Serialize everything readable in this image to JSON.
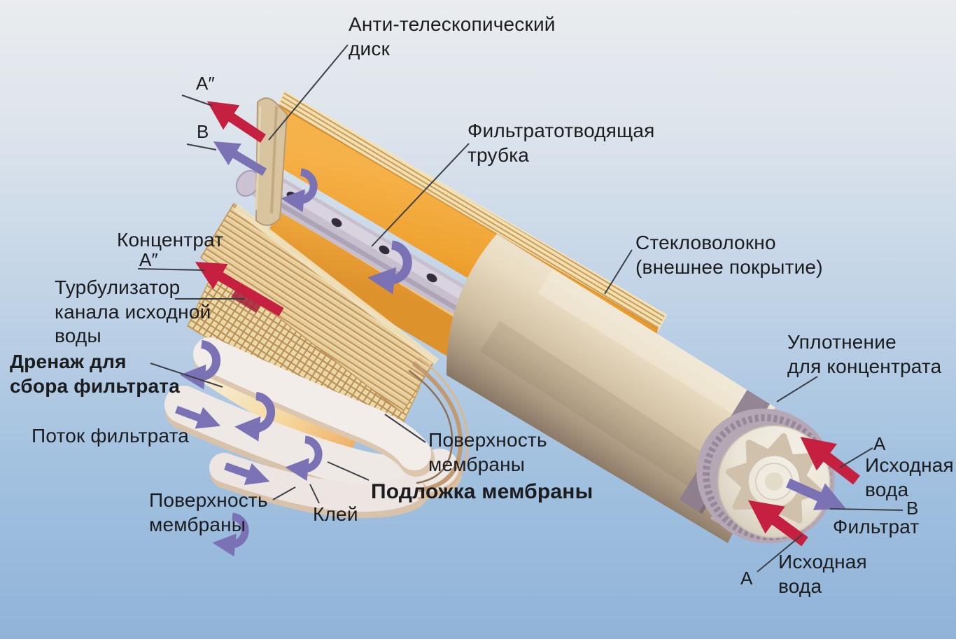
{
  "labels": {
    "anti_telescoping_disk": "Анти-телескопический\nдиск",
    "filtrate_tube": "Фильтратотводящая\nтрубка",
    "concentrate": "Концентрат",
    "concentrate_mark": "А″",
    "turbulizer": "Турбулизатор\nканала исходной\nводы",
    "drainage": "Дренаж для\nсбора фильтрата",
    "filtrate_flow": "Поток фильтрата",
    "membrane_surface_left": "Поверхность\nмембраны",
    "glue": "Клей",
    "membrane_backing": "Подложка мембраны",
    "membrane_surface_mid": "Поверхность\nмембраны",
    "fiberglass": "Стекловолокно\n(внешнее покрытие)",
    "concentrate_seal": "Уплотнение\nдля концентрата",
    "mark_a_out_top": "А″",
    "mark_b_out_top": "В",
    "mark_a_feed_right": "А",
    "feed_water_right": "Исходная\nвода",
    "mark_b_filtrate": "В",
    "filtrate_right": "Фильтрат",
    "feed_water_bottom": "Исходная\nвода",
    "mark_a_feed_bottom": "А"
  },
  "colors": {
    "feed_arrow": "#c5203f",
    "filtrate_arrow": "#7a72b5",
    "leader_line": "#3a4046",
    "text": "#1b1c1e",
    "membrane_orange": "#efa737",
    "spacer_beige": "#ecd9ab",
    "tube_lavender": "#c7bfce",
    "wrap_cream": "#e9dcc2",
    "seal_band": "#8d7d90",
    "background_top": "#eaecef",
    "background_bottom": "#90b3d8"
  }
}
